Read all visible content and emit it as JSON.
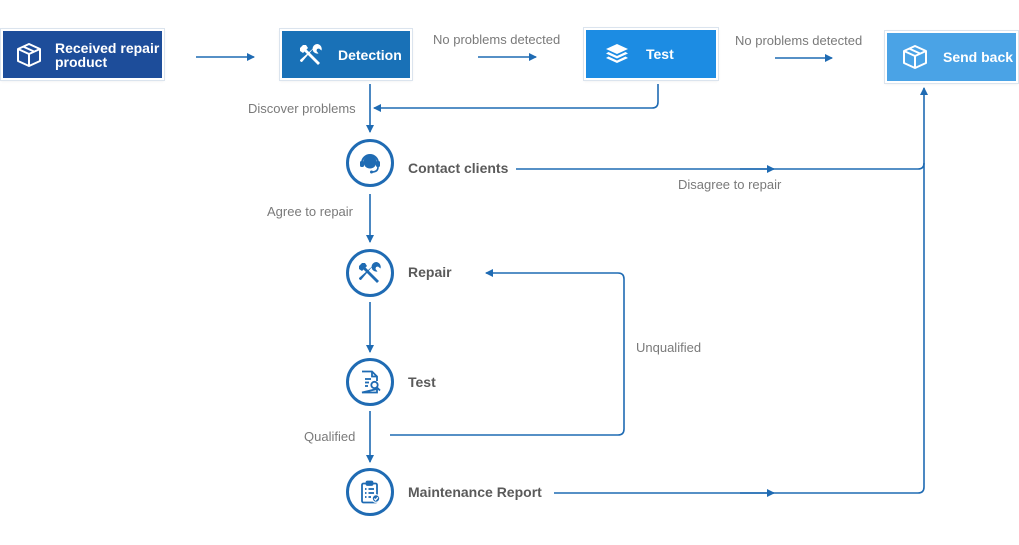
{
  "colors": {
    "box_received": "#1d4d9a",
    "box_detection": "#1971b7",
    "box_test": "#1c8ce3",
    "box_send_back": "#4aa3e6",
    "connector": "#1f6bb3",
    "node_label": "#5a5a5a",
    "edge_label": "#7a7a7a"
  },
  "top_steps": {
    "received": {
      "label": "Received repair product",
      "icon": "box-icon"
    },
    "detection": {
      "label": "Detection",
      "icon": "tools-icon"
    },
    "test": {
      "label": "Test",
      "icon": "layers-icon"
    },
    "send_back": {
      "label": "Send back",
      "icon": "box-icon"
    }
  },
  "process_nodes": {
    "contact": {
      "label": "Contact clients",
      "icon": "headset-icon"
    },
    "repair": {
      "label": "Repair",
      "icon": "tools-icon"
    },
    "test": {
      "label": "Test",
      "icon": "document-search-icon"
    },
    "report": {
      "label": "Maintenance Report",
      "icon": "clipboard-check-icon"
    }
  },
  "edge_labels": {
    "no_problems_1": "No problems detected",
    "no_problems_2": "No problems detected",
    "discover_problems": "Discover problems",
    "agree_to_repair": "Agree to repair",
    "disagree_to_repair": "Disagree to repair",
    "unqualified": "Unqualified",
    "qualified": "Qualified"
  }
}
